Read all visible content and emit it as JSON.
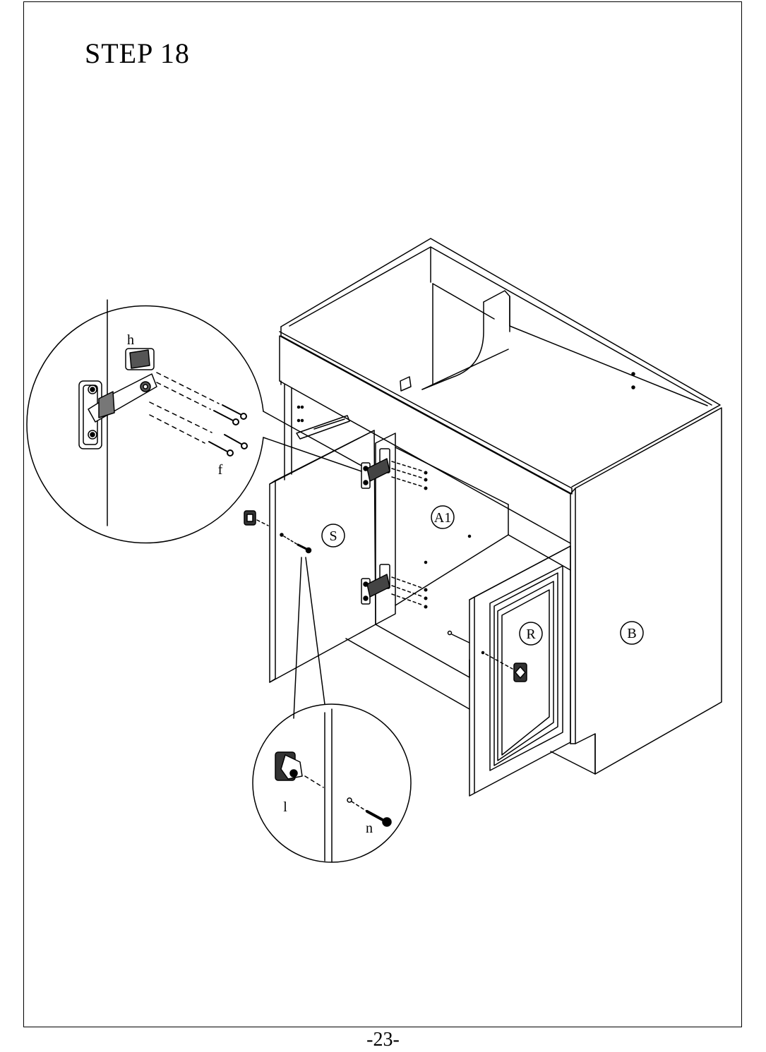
{
  "step": {
    "title": "STEP 18"
  },
  "page": {
    "number": "-23-"
  },
  "parts": {
    "cabinet_body": "B",
    "partition": "A1",
    "left_door": "S",
    "right_door": "R"
  },
  "hardware": {
    "hinge": "h",
    "hinge_screw": "f",
    "knob": "l",
    "knob_screw": "n"
  }
}
